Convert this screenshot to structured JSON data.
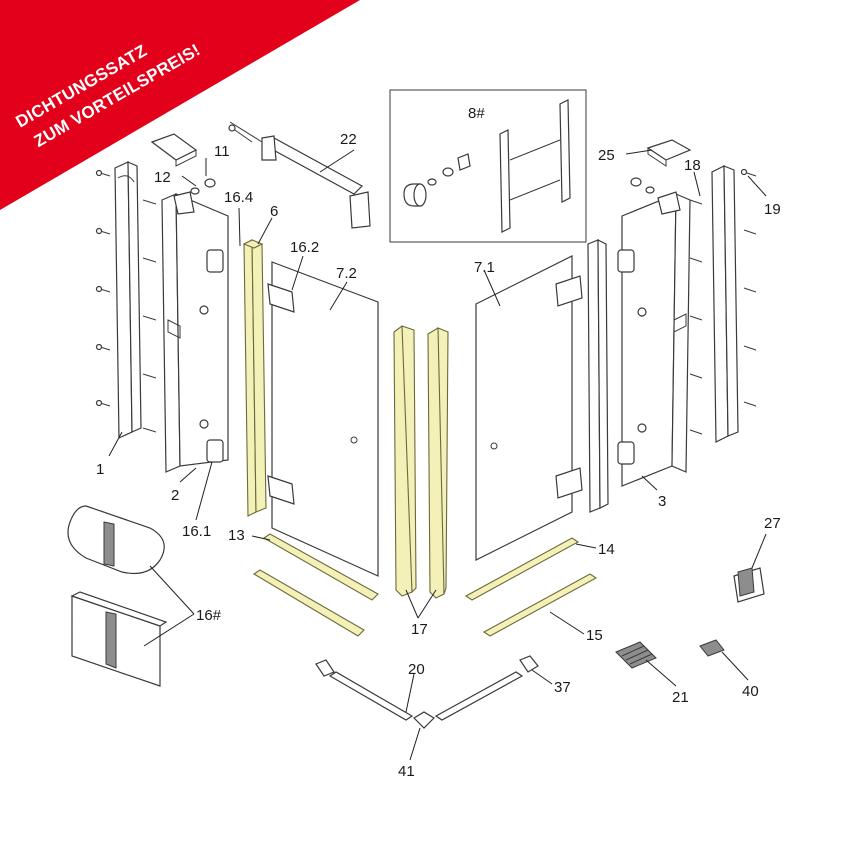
{
  "banner": {
    "line1": "DICHTUNGSSATZ",
    "line2": "ZUM VORTEILSPREIS!",
    "color": "#e2001a"
  },
  "seal_color": "#f3f0b8",
  "labels": {
    "p1": "1",
    "p2": "2",
    "p3": "3",
    "p6": "6",
    "p7_1": "7.1",
    "p7_2": "7.2",
    "p8": "8#",
    "p11": "11",
    "p12": "12",
    "p13": "13",
    "p14": "14",
    "p15": "15",
    "p16": "16#",
    "p16_1": "16.1",
    "p16_2": "16.2",
    "p16_4": "16.4",
    "p17": "17",
    "p18": "18",
    "p19": "19",
    "p20": "20",
    "p21": "21",
    "p22": "22",
    "p25": "25",
    "p27": "27",
    "p37": "37",
    "p40": "40",
    "p41": "41"
  }
}
